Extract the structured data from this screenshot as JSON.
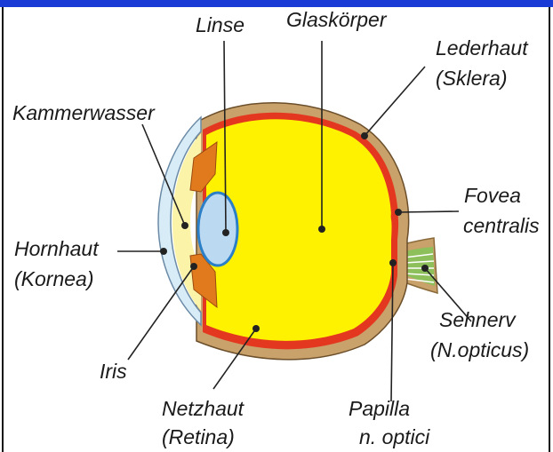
{
  "labels": {
    "linse": "Linse",
    "glaskoerper": "Glaskörper",
    "lederhaut_1": "Lederhaut",
    "lederhaut_2": "(Sklera)",
    "kammerwasser": "Kammerwasser",
    "fovea_1": "Fovea",
    "fovea_2": "centralis",
    "hornhaut_1": "Hornhaut",
    "hornhaut_2": "(Kornea)",
    "sehnerv_1": "Sehnerv",
    "sehnerv_2": "(N.opticus)",
    "iris": "Iris",
    "netzhaut_1": "Netzhaut",
    "netzhaut_2": "(Retina)",
    "papilla_1": "Papilla",
    "papilla_2": "n. optici"
  },
  "colors": {
    "top_bar": "#1a3bd6",
    "frame": "#111111",
    "sclera": "#c9a16a",
    "retina": "#e4371f",
    "vitreous": "#fff200",
    "lens": "#bcd9f2",
    "lens_border": "#2a7fc7",
    "cornea": "#d8ecf8",
    "aqueous": "#fbf3a8",
    "iris_orange": "#e07a1c",
    "nerve": "#8dbf5a"
  }
}
